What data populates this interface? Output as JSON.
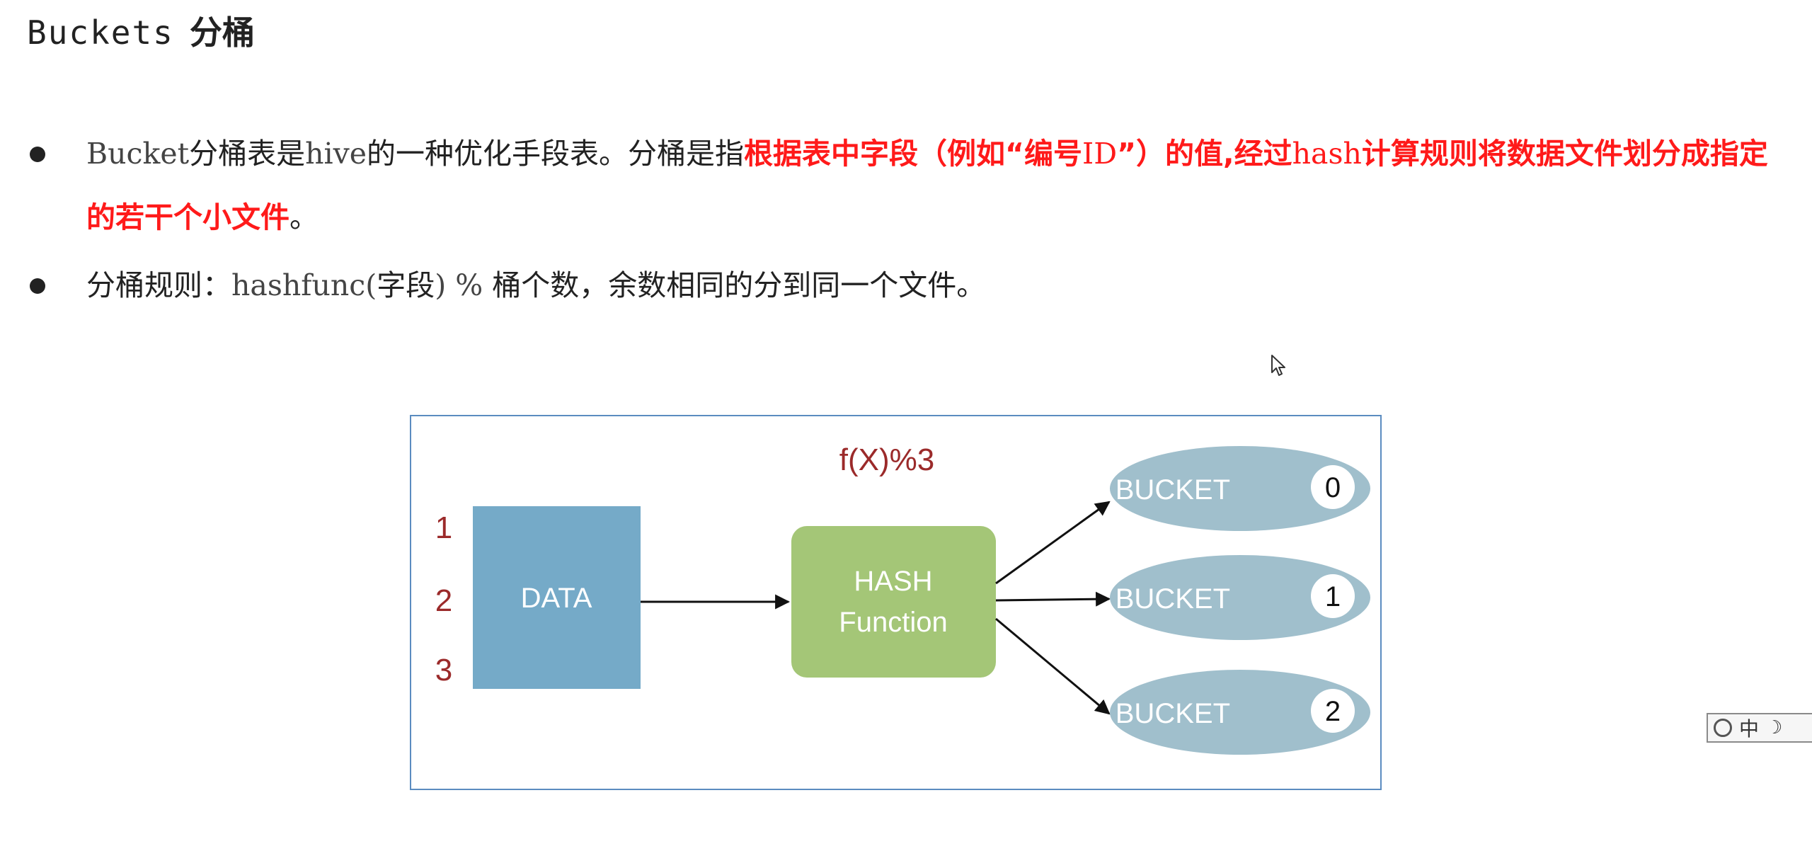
{
  "title": {
    "en": "Buckets",
    "zh": "分桶"
  },
  "bullets": [
    {
      "parts": [
        {
          "text": "Bucket",
          "style": "mono"
        },
        {
          "text": "分桶表是",
          "style": "normal"
        },
        {
          "text": "hive",
          "style": "mono"
        },
        {
          "text": "的一种优化手段表。分桶是指",
          "style": "normal"
        },
        {
          "text": "根据表中字段（例如“编号",
          "style": "hl"
        },
        {
          "text": "ID",
          "style": "hl-mono"
        },
        {
          "text": "”）的值,经过",
          "style": "hl"
        },
        {
          "text": "hash",
          "style": "hl-mono"
        },
        {
          "text": "计算规则将数据文件划分成指定的若干个小文件",
          "style": "hl"
        },
        {
          "text": "。",
          "style": "normal"
        }
      ]
    },
    {
      "parts": [
        {
          "text": "分桶规则：",
          "style": "normal"
        },
        {
          "text": "hashfunc(",
          "style": "mono"
        },
        {
          "text": "字段",
          "style": "normal"
        },
        {
          "text": ") % ",
          "style": "mono"
        },
        {
          "text": "桶个数，余数相同的分到同一个文件。",
          "style": "normal"
        }
      ]
    }
  ],
  "diagram": {
    "formula": "f(X)%3",
    "row_numbers": [
      "1",
      "2",
      "3"
    ],
    "data_label": "DATA",
    "hash_line1": "HASH",
    "hash_line2": "Function",
    "bucket_label": "BUCKET",
    "bucket_ids": [
      "0",
      "1",
      "2"
    ],
    "colors": {
      "data_box": "#75aac8",
      "hash_box": "#a4c677",
      "bucket": "#a0bfcc",
      "formula": "#9b2a2a",
      "numbers": "#9b2a2a",
      "border": "#5b8cc0"
    }
  },
  "ime": {
    "label": "中"
  }
}
